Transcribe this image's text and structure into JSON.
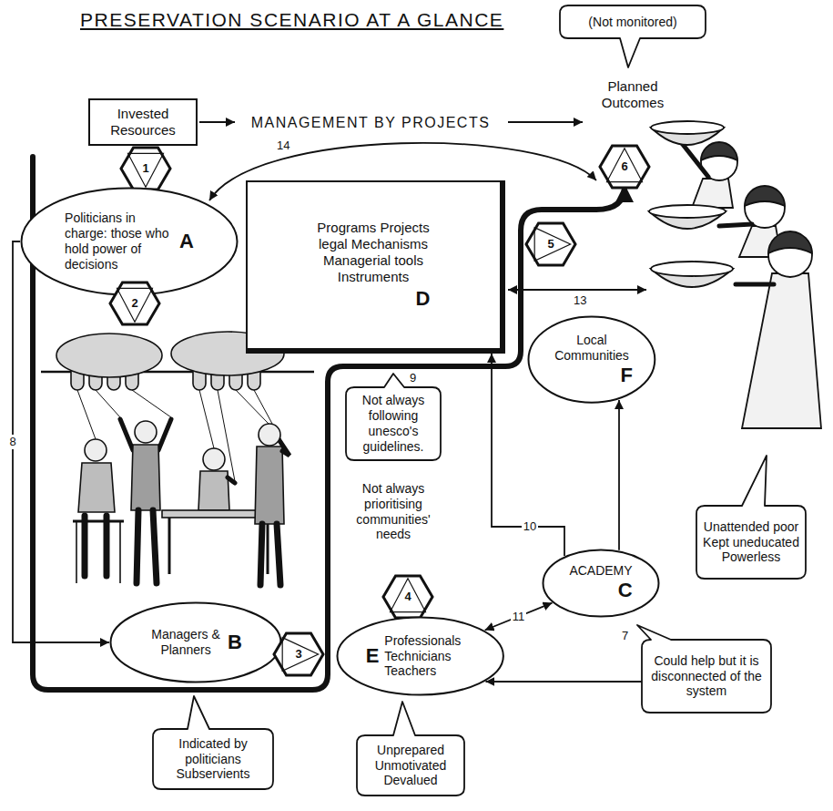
{
  "diagram": {
    "title": "PRESERVATION SCENARIO AT A GLANCE",
    "nodes": [
      {
        "text": [
          "(Not monitored)"
        ]
      },
      {
        "text": [
          "Invested Resources"
        ]
      },
      {
        "text": [
          "1"
        ]
      },
      {
        "text": [
          "6"
        ]
      },
      {
        "text": [
          "Politicians in charge: those who hold power of decisions",
          "A"
        ]
      },
      {
        "text": [
          "Programs Projects legal Mechanisms Managerial tools Instruments",
          "D"
        ]
      },
      {
        "text": [
          "5"
        ]
      },
      {
        "text": [
          "2"
        ]
      },
      {
        "text": [
          "Local Communities",
          "F"
        ]
      },
      {
        "text": [
          "Not always following unesco's guidelines."
        ]
      },
      {
        "text": [
          "Unattended poor Kept uneducated Powerless"
        ]
      },
      {
        "text": [
          "ACADEMY",
          "C"
        ]
      },
      {
        "text": [
          "4"
        ]
      },
      {
        "text": [
          "Could help but it is disconnected of the system"
        ]
      },
      {
        "text": [
          "Managers & Planners",
          "B"
        ]
      },
      {
        "text": [
          "3"
        ]
      },
      {
        "text": [
          "Professionals Technicians Teachers",
          "E"
        ]
      },
      {
        "text": [
          "Indicated by politicians Subservients"
        ]
      },
      {
        "text": [
          "Unprepared Unmotivated Devalued"
        ]
      }
    ],
    "edges": [
      {
        "from": 4,
        "to": 14,
        "arrow": "to",
        "label": "8"
      },
      {
        "from": 16,
        "to": 11,
        "arrow": "both",
        "label": "11"
      },
      {
        "from": 11,
        "to": 5,
        "arrow": "to",
        "label": "10"
      },
      {
        "from": 11,
        "to": 8,
        "arrow": "to"
      },
      {
        "from": 13,
        "to": 16,
        "arrow": "to"
      }
    ],
    "labels": [
      "MANAGEMENT BY PROJECTS",
      "Planned Outcomes",
      "14",
      "13",
      "9",
      "Not always prioritising communities' needs",
      "7"
    ]
  }
}
